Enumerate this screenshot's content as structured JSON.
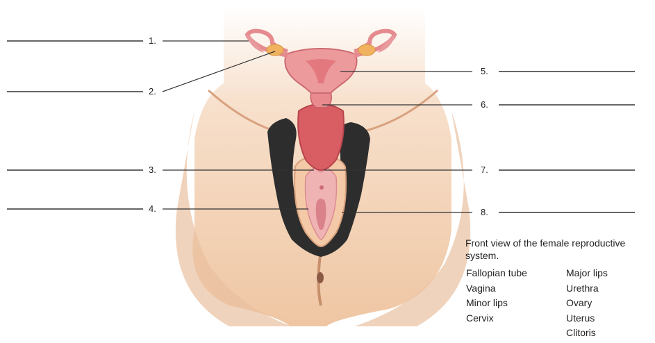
{
  "labels": [
    "1.",
    "2.",
    "3.",
    "4.",
    "5.",
    "6.",
    "7.",
    "8."
  ],
  "caption": "Front view of the female reproductive system.",
  "terms_left": [
    "Fallopian tube",
    "Vagina",
    "Minor lips",
    "Cervix"
  ],
  "terms_right": [
    "Major lips",
    "Urethra",
    "Ovary",
    "Uterus",
    "Clitoris"
  ],
  "colors": {
    "skin": "#f3cfae",
    "skin_shadow": "#e6b48f",
    "hair": "#2a2a2a",
    "uterus": "#e8868a",
    "uterus_dark": "#c94f58",
    "labia": "#f2b8b8",
    "ovary": "#f0b05a",
    "leader_line": "#333333"
  }
}
